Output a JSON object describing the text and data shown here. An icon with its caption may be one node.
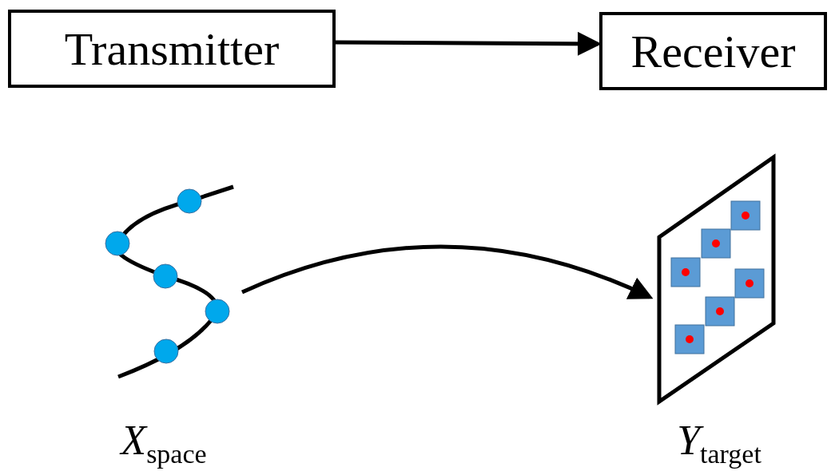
{
  "diagram": {
    "nodes": [
      {
        "text": [
          "Transmitter"
        ]
      },
      {
        "text": [
          "Receiver"
        ]
      },
      {
        "text": [],
        "shape": "picture",
        "beside": [
          "*X*$_{space}$"
        ]
      },
      {
        "text": [],
        "shape": "picture",
        "beside": [
          "*Y*$_{target}$"
        ]
      }
    ],
    "edges": [
      {
        "from": 0,
        "to": 1,
        "arrow": "to"
      },
      {
        "from": 2,
        "to": 3,
        "arrow": "to"
      }
    ]
  }
}
